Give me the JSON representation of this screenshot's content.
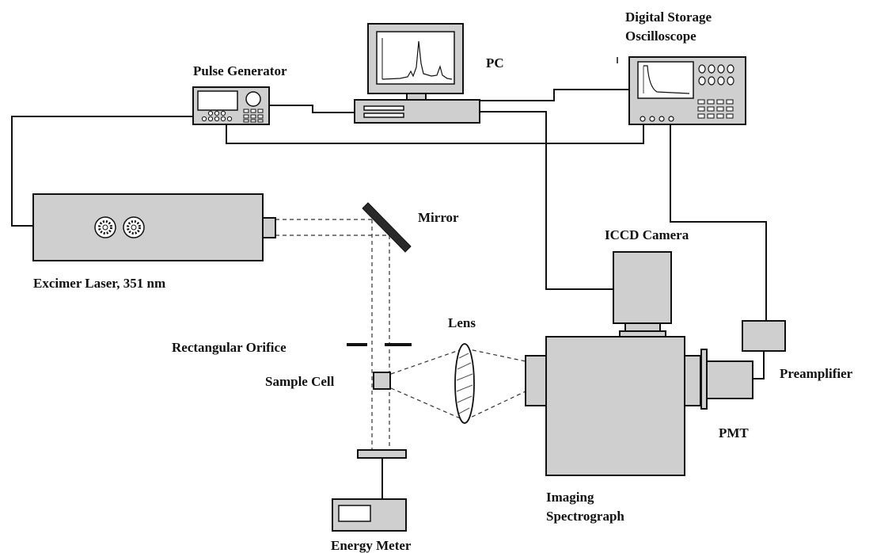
{
  "labels": {
    "pulse_generator": "Pulse Generator",
    "pc": "PC",
    "dso_line1": "Digital Storage",
    "dso_line2": "Oscilloscope",
    "mirror": "Mirror",
    "iccd_camera": "ICCD Camera",
    "excimer_laser": "Excimer Laser, 351 nm",
    "lens": "Lens",
    "rectangular_orifice": "Rectangular Orifice",
    "sample_cell": "Sample Cell",
    "preamplifier": "Preamplifier",
    "pmt": "PMT",
    "imaging_line1": "Imaging",
    "imaging_line2": "Spectrograph",
    "energy_meter": "Energy Meter"
  },
  "colors": {
    "instrument_fill": "#cfcfcf",
    "outline": "#111111",
    "mirror": "#2a2a2a"
  }
}
